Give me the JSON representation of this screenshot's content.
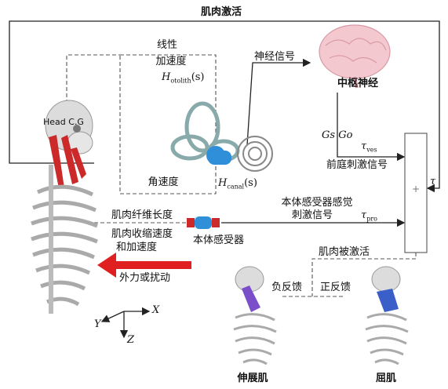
{
  "labels": {
    "muscle_activation_top": "肌肉激活",
    "linear": "线性",
    "linear_accel": "加速度",
    "h_otolith": "H",
    "h_otolith_sub": "otolith",
    "h_otolith_arg": "(s)",
    "neural_signal": "神经信号",
    "cns": "中枢神经",
    "head_cg": "Head C.G",
    "gs_go": "Gs Go",
    "tau_ves": "τ",
    "tau_ves_sub": "ves",
    "vestibular_signal": "前庭刺激信号",
    "angular_velocity": "角速度",
    "h_canal": "H",
    "h_canal_sub": "canal",
    "h_canal_arg": "(s)",
    "tau_out": "τ",
    "proprio_sense_1": "本体感受器感觉",
    "proprio_sense_2": "刺激信号",
    "tau_pro": "τ",
    "tau_pro_sub": "pro",
    "muscle_fiber_len": "肌肉纤维长度",
    "contraction_1": "肌肉收缩速度",
    "contraction_2": "和加速度",
    "proprioceptor": "本体感受器",
    "muscle_activated": "肌肉被激活",
    "external_force": "外力或扰动",
    "neg_feedback": "负反馈",
    "pos_feedback": "正反馈",
    "axis_y": "Y",
    "axis_x": "X",
    "axis_z": "Z",
    "extensor": "伸展肌",
    "flexor": "屈肌",
    "sum_plus": "+"
  },
  "colors": {
    "line": "#222222",
    "arrow_red": "#e02020",
    "muscle_red": "#cc2a2a",
    "bone": "#dcdcdc",
    "brain": "#f3c8cf",
    "canal_blue": "#2f8fd8",
    "extensor_purple": "#7a4fc9",
    "flexor_blue": "#3a5fc9"
  }
}
